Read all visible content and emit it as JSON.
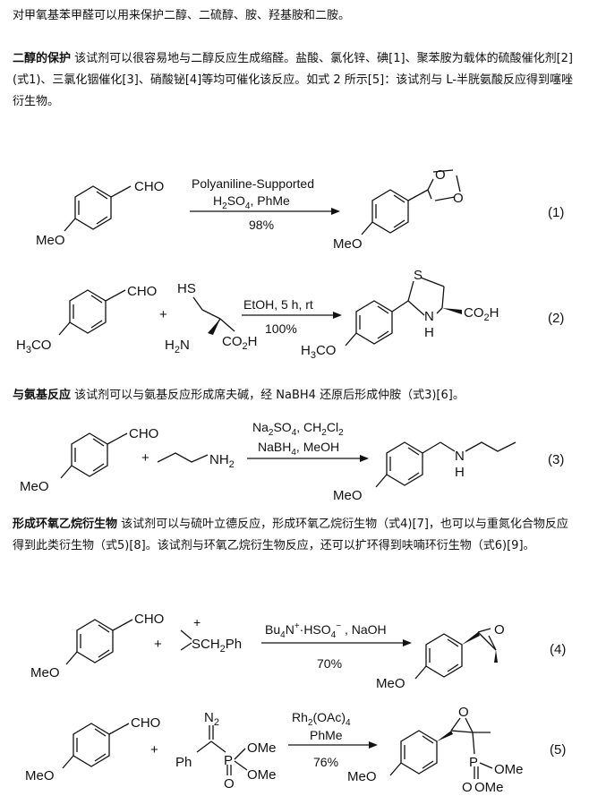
{
  "intro": "对甲氧基苯甲醛可以用来保护二醇、二硫醇、胺、羟基胺和二胺。",
  "sections": {
    "diol": {
      "heading": "二醇的保护",
      "text": "该试剂可以很容易地与二醇反应生成缩醛。盐酸、氯化锌、碘[1]、聚苯胺为载体的硫酸催化剂[2](式1)、三氯化铟催化[3]、硝酸铋[4]等均可催化该反应。如式 2 所示[5]：该试剂与 L-半胱氨酸反应得到噻唑衍生物。"
    },
    "amine": {
      "heading": "与氨基反应",
      "text": "该试剂可以与氨基反应形成席夫碱，经 NaBH4 还原后形成仲胺（式3)[6]。"
    },
    "epoxide": {
      "heading": "形成环氧乙烷衍生物",
      "text": "该试剂可以与硫叶立德反应，形成环氧乙烷衍生物（式4)[7]，也可以与重氮化合物反应得到此类衍生物（式5)[8]。该试剂与环氧乙烷衍生物反应，还可以扩环得到呋喃环衍生物（式6)[9]。"
    }
  },
  "reactions": {
    "r1": {
      "sm_sub": "CHO",
      "sm_group": "MeO",
      "cond1": "Polyaniline-Supported",
      "cond2_main": "H",
      "cond2_sub": "2",
      "cond2_mid": "SO",
      "cond2_sub2": "4",
      "cond2_end": ", PhMe",
      "yield": "98%",
      "prod_group": "MeO",
      "prod_o": "O",
      "number": "(1)"
    },
    "r2": {
      "sm_sub": "CHO",
      "sm_group_h": "H",
      "sm_group_3": "3",
      "sm_group_co": "CO",
      "plus": "+",
      "cys_sh": "HS",
      "cys_nh": "H",
      "cys_nh2": "2",
      "cys_n": "N",
      "cys_co2h": "CO",
      "cys_2": "2",
      "cys_h": "H",
      "cond1": "EtOH, 5 h, rt",
      "yield": "100%",
      "prod_s": "S",
      "prod_n": "N",
      "prod_h": "H",
      "prod_co": "CO",
      "prod_2": "2",
      "prod_hh": "H",
      "prod_h3c_h": "H",
      "prod_h3c_3": "3",
      "prod_h3c_co": "CO",
      "number": "(2)"
    },
    "r3": {
      "sm_sub": "CHO",
      "sm_group": "MeO",
      "plus": "+",
      "amine_nh": "NH",
      "amine_2": "2",
      "c1a": "Na",
      "c1b": "2",
      "c1c": "SO",
      "c1d": "4",
      "c1e": ", CH",
      "c1f": "2",
      "c1g": "Cl",
      "c1h": "2",
      "c2a": "NaBH",
      "c2b": "4",
      "c2c": ", MeOH",
      "prod_n": "N",
      "prod_h": "H",
      "prod_group": "MeO",
      "number": "(3)"
    },
    "r4": {
      "sm_sub": "CHO",
      "sm_group": "MeO",
      "plus": "+",
      "ylide_plus": "+",
      "ylide_s": "SCH",
      "ylide_2": "2",
      "ylide_ph": "Ph",
      "c1a": "Bu",
      "c1b": "4",
      "c1c": "N",
      "c1d": "+",
      "c1e": "·HSO",
      "c1f": "4",
      "c1g": "−",
      "c1h": " , NaOH",
      "yield": "70%",
      "prod_o": "O",
      "prod_group": "MeO",
      "number": "(4)"
    },
    "r5": {
      "sm_sub": "CHO",
      "sm_group": "MeO",
      "plus": "+",
      "dz_n": "N",
      "dz_2": "2",
      "dz_ph": "Ph",
      "dz_p": "P",
      "dz_ome1": "OMe",
      "dz_ome2": "OMe",
      "dz_o": "O",
      "c1a": "Rh",
      "c1b": "2",
      "c1c": "(OAc)",
      "c1d": "4",
      "c2": "PhMe",
      "yield": "76%",
      "prod_o": "O",
      "prod_group": "MeO",
      "prod_p": "P",
      "prod_ome1": "OMe",
      "prod_ome2": "OMe",
      "prod_o2": "O",
      "number": "(5)"
    }
  }
}
